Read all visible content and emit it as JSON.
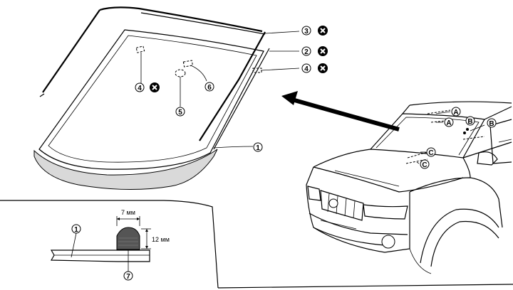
{
  "callouts": {
    "n1": "1",
    "n2": "2",
    "n3": "3",
    "n4": "4",
    "n5": "5",
    "n6": "6",
    "n7": "7",
    "a": "A",
    "b": "B",
    "c": "C"
  },
  "dimensions": {
    "width": "7 мм",
    "height": "12 мм"
  },
  "icons": {
    "do_not_reuse": "x-circle-icon",
    "direction": "arrow-icon"
  }
}
